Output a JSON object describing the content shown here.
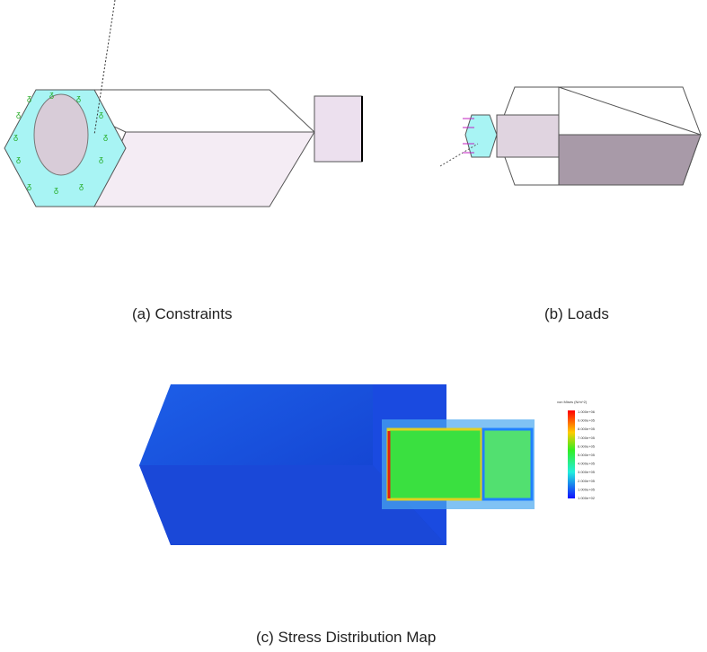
{
  "panels": [
    {
      "caption": "(a) Constraints"
    },
    {
      "caption": "(b) Loads"
    },
    {
      "caption": "(c) Stress Distribution Map"
    }
  ],
  "legend": {
    "title": "von Mises (N/m^2)",
    "labels": [
      "1.000e+06",
      "9.000e+05",
      "8.000e+05",
      "7.000e+05",
      "6.000e+05",
      "5.000e+05",
      "4.000e+05",
      "3.000e+05",
      "2.000e+05",
      "1.000e+05",
      "1.000e+02"
    ]
  },
  "colors": {
    "constraint_face": "#a8f4f4",
    "body": "#f3eaf3",
    "stress_low": "#1a4fe0",
    "stress_mid": "#28e030",
    "stress_high": "#e02010"
  }
}
